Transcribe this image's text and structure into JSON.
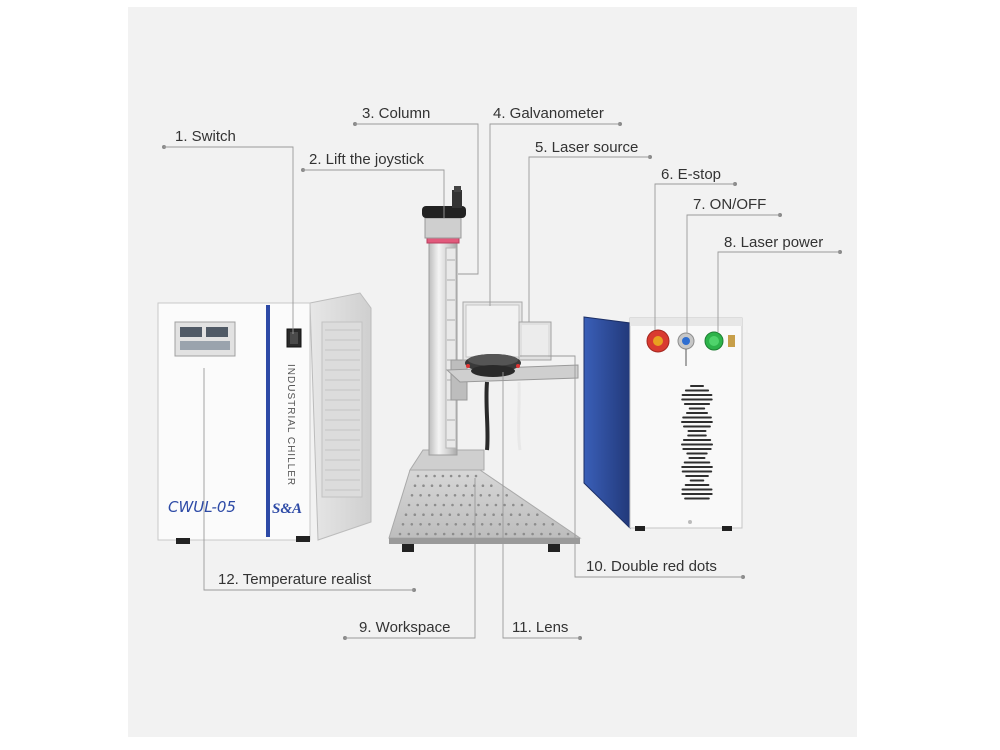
{
  "colors": {
    "background": "#ffffff",
    "stage": "#f2f2f2",
    "machine_panel": "#fbfbfb",
    "laser_blue_side": "#2b4c9e",
    "estop_red": "#d93a30",
    "power_green": "#2db34a",
    "brand_blue": "#2d4aa6",
    "text": "#333333",
    "leader_line": "#9a9a9a"
  },
  "chiller": {
    "side_label": "INDUSTRIAL CHILLER",
    "model": "CWUL-05",
    "brand": "S&A"
  },
  "callouts": [
    {
      "id": 1,
      "text": "1. Switch"
    },
    {
      "id": 2,
      "text": "2. Lift the joystick"
    },
    {
      "id": 3,
      "text": "3. Column"
    },
    {
      "id": 4,
      "text": "4. Galvanometer"
    },
    {
      "id": 5,
      "text": "5. Laser source"
    },
    {
      "id": 6,
      "text": "6. E-stop"
    },
    {
      "id": 7,
      "text": "7. ON/OFF"
    },
    {
      "id": 8,
      "text": "8. Laser power"
    },
    {
      "id": 9,
      "text": "9. Workspace"
    },
    {
      "id": 10,
      "text": "10. Double red dots"
    },
    {
      "id": 11,
      "text": "11. Lens"
    },
    {
      "id": 12,
      "text": "12. Temperature realist"
    }
  ]
}
